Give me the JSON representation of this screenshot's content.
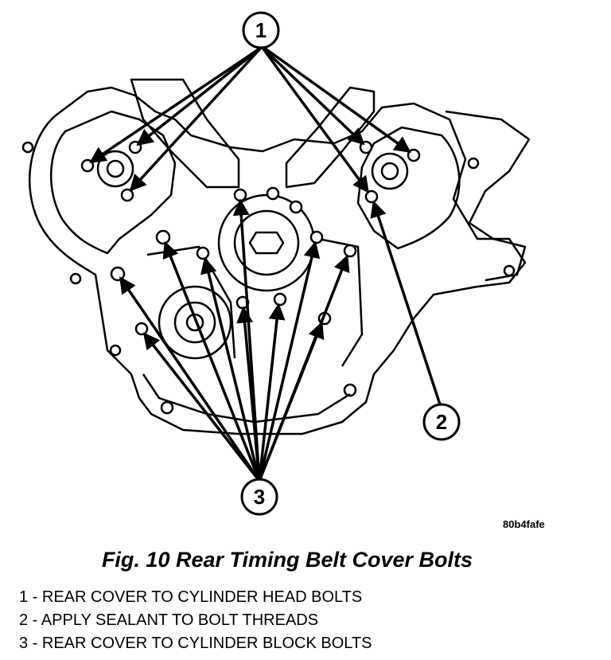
{
  "diagram": {
    "image_id": "80b4fafe",
    "callouts": [
      {
        "number": "1"
      },
      {
        "number": "2"
      },
      {
        "number": "3"
      }
    ]
  },
  "caption": "Fig. 10 Rear Timing Belt Cover Bolts",
  "legend": [
    "1 - REAR COVER TO CYLINDER HEAD BOLTS",
    "2 - APPLY SEALANT TO BOLT THREADS",
    "3 - REAR COVER TO CYLINDER BLOCK BOLTS"
  ]
}
